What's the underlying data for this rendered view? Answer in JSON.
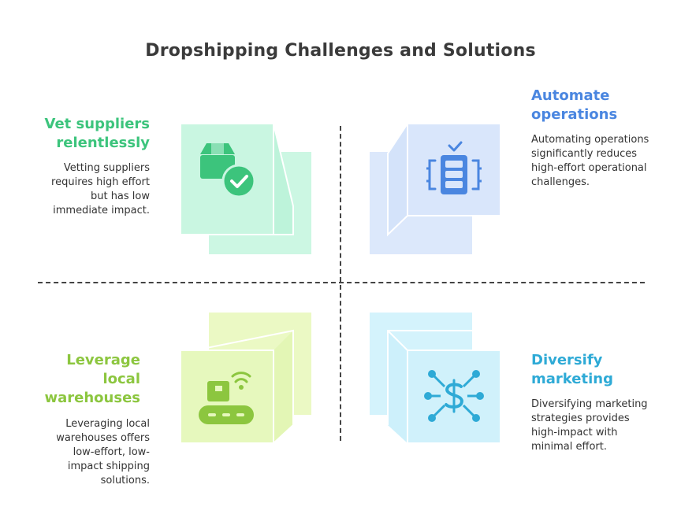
{
  "title": "Dropshipping Challenges and Solutions",
  "quadrants": [
    {
      "heading": "Vet suppliers relentlessly",
      "description": "Vetting suppliers requires high effort but has low immediate impact.",
      "color": "#3cc47c",
      "icon": "package-check-icon"
    },
    {
      "heading": "Automate operations",
      "description": "Automating operations significantly reduces high-effort operational challenges.",
      "color": "#4a86e0",
      "icon": "server-automation-icon"
    },
    {
      "heading": "Leverage local warehouses",
      "description": "Leveraging local warehouses offers low-effort, low-impact shipping solutions.",
      "color": "#8cc63f",
      "icon": "conveyor-wireless-icon"
    },
    {
      "heading": "Diversify marketing",
      "description": "Diversifying marketing strategies provides high-impact with minimal effort.",
      "color": "#2eaad6",
      "icon": "dollar-network-icon"
    }
  ]
}
